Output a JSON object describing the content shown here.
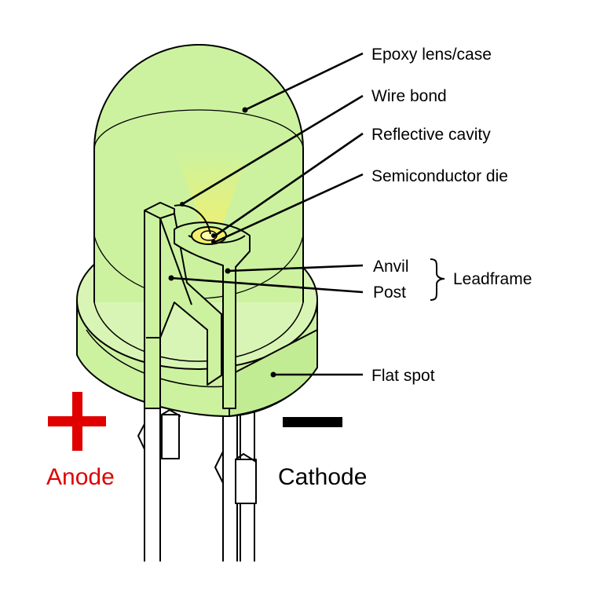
{
  "labels": {
    "epoxy": "Epoxy lens/case",
    "wire_bond": "Wire bond",
    "reflective_cavity": "Reflective cavity",
    "semiconductor_die": "Semiconductor die",
    "anvil": "Anvil",
    "post": "Post",
    "leadframe": "Leadframe",
    "flat_spot": "Flat spot"
  },
  "terminals": {
    "anode": "Anode",
    "cathode": "Cathode"
  },
  "colors": {
    "epoxy_fill": "#ccf2a0",
    "anode_sign": "#e00000",
    "cathode_sign": "#000000",
    "die_glow": "#f2f06a",
    "outline": "#000000"
  }
}
